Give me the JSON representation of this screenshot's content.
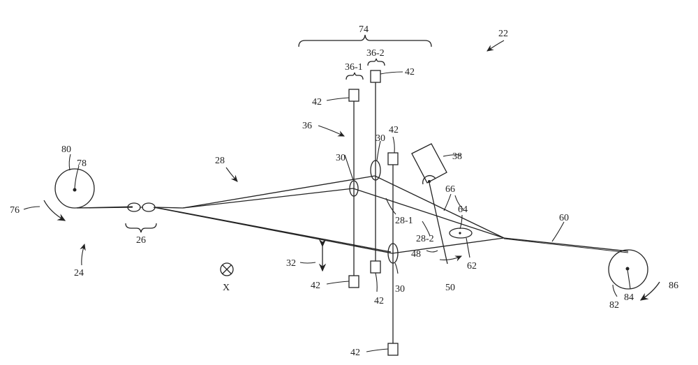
{
  "figure": {
    "system_label": "22",
    "group_74": "74",
    "station_36_1": "36-1",
    "station_36_2": "36-2",
    "station_36": "36",
    "actuator_42": "42",
    "roller_30": "30",
    "light_38": "38",
    "label_28": "28",
    "strand_28_1": "28-1",
    "strand_28_2": "28-2",
    "spool_80": "80",
    "axle_78": "78",
    "rotation_76": "76",
    "twist_26": "26",
    "section_24": "24",
    "motion_32": "32",
    "axis_x": "X",
    "path_48": "48",
    "arm_50": "50",
    "spot_62": "62",
    "spot_64": "64",
    "mark_66": "66",
    "yarn_60": "60",
    "spool_82": "82",
    "axle_84": "84",
    "rotation_86": "86"
  }
}
